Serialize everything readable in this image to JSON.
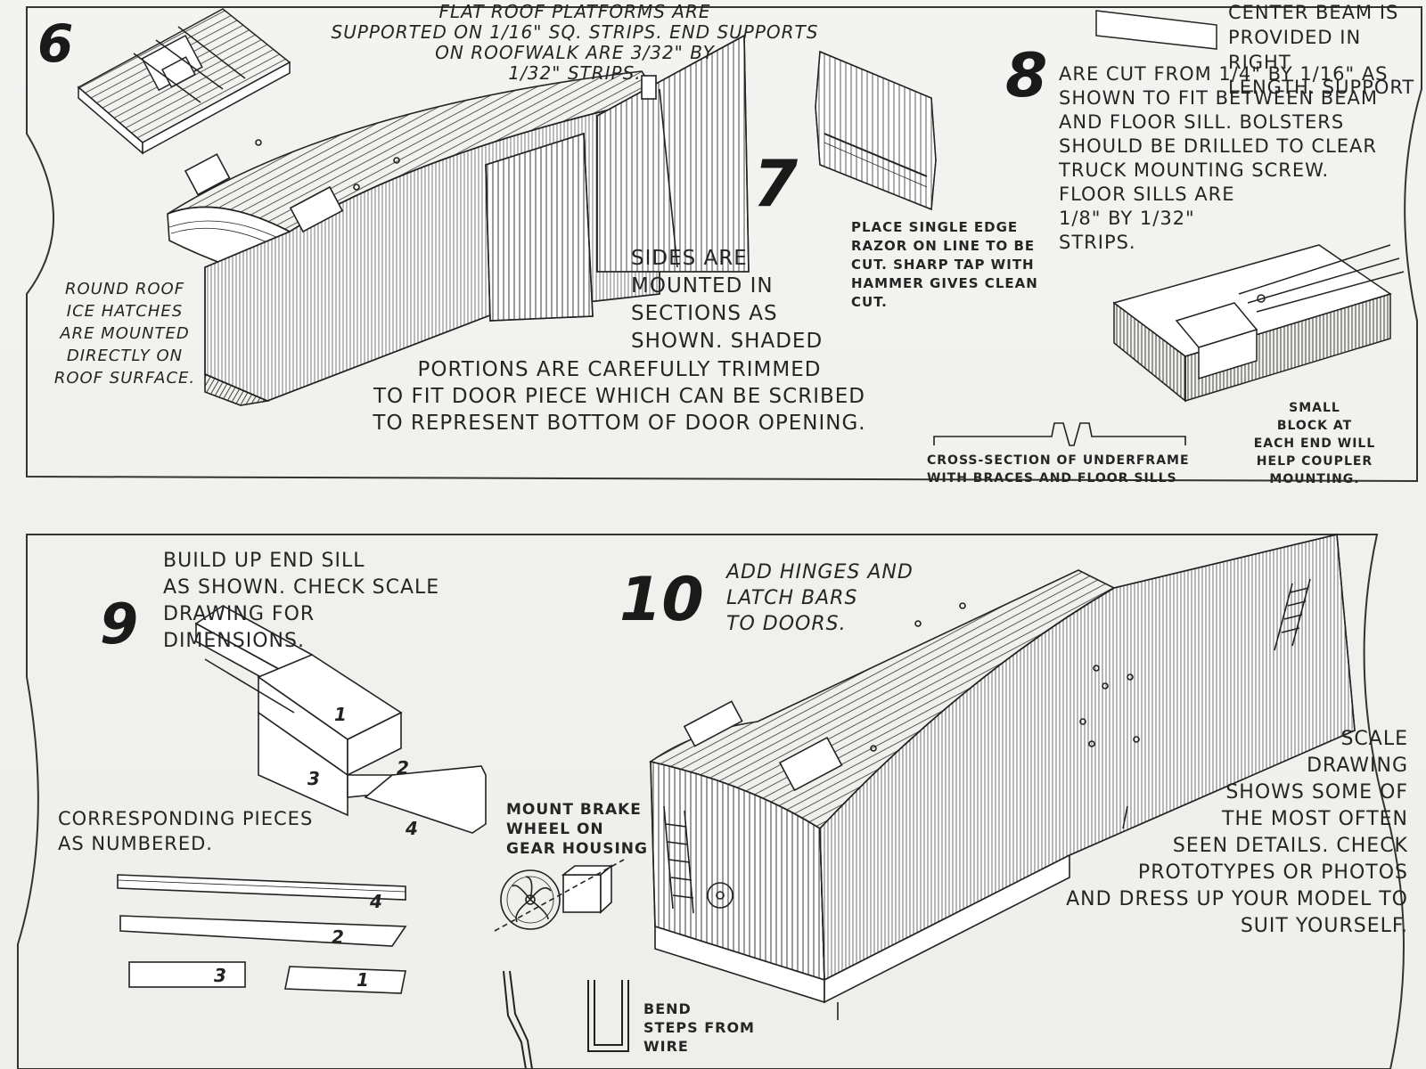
{
  "steps": {
    "s6": {
      "number": "6",
      "caption": "FLAT ROOF PLATFORMS ARE\nSUPPORTED ON 1/16\" SQ. STRIPS. END SUPPORTS\nON ROOFWALK ARE 3/32\" BY\n1/32\" STRIPS.",
      "note": "ROUND ROOF\nICE HATCHES\nARE MOUNTED\nDIRECTLY ON\nROOF SURFACE."
    },
    "s7": {
      "number": "7",
      "caption_left": "SIDES ARE\nMOUNTED IN\nSECTIONS AS\nSHOWN. SHADED",
      "caption_wide": "PORTIONS ARE CAREFULLY TRIMMED\nTO FIT DOOR PIECE WHICH CAN BE SCRIBED\nTO REPRESENT BOTTOM OF DOOR OPENING.",
      "razor_note": "PLACE SINGLE EDGE\nRAZOR ON LINE TO BE\nCUT. SHARP TAP WITH\nHAMMER GIVES CLEAN\nCUT."
    },
    "s8": {
      "number": "8",
      "caption_top": "CENTER BEAM IS\nPROVIDED IN RIGHT\nLENGTH. SUPPORT",
      "caption_main": "ARE CUT FROM 1/4\" BY 1/16\" AS\nSHOWN TO FIT BETWEEN BEAM\nAND FLOOR SILL. BOLSTERS\nSHOULD BE DRILLED TO CLEAR\nTRUCK MOUNTING SCREW.\nFLOOR SILLS ARE\n1/8\" BY 1/32\"\nSTRIPS.",
      "cross_section": "CROSS-SECTION OF UNDERFRAME\nWITH BRACES AND FLOOR SILLS",
      "block_note": "SMALL\nBLOCK AT\nEACH END WILL\nHELP COUPLER\nMOUNTING."
    },
    "s9": {
      "number": "9",
      "caption": "BUILD UP END SILL\nAS SHOWN. CHECK SCALE\nDRAWING FOR\nDIMENSIONS.",
      "pieces_note": "CORRESPONDING PIECES\nAS NUMBERED.",
      "piece_labels": [
        "1",
        "2",
        "3",
        "4"
      ]
    },
    "s10": {
      "number": "10",
      "caption": "ADD HINGES AND\nLATCH BARS\nTO DOORS.",
      "brake_note": "MOUNT BRAKE\nWHEEL ON\nGEAR HOUSING",
      "steps_note": "BEND\nSTEPS FROM\nWIRE",
      "scale_note": "SCALE\nDRAWING\nSHOWS SOME OF\nTHE MOST OFTEN\nSEEN DETAILS. CHECK\nPROTOTYPES OR PHOTOS\nAND DRESS UP YOUR MODEL TO\nSUIT YOURSELF."
    }
  }
}
